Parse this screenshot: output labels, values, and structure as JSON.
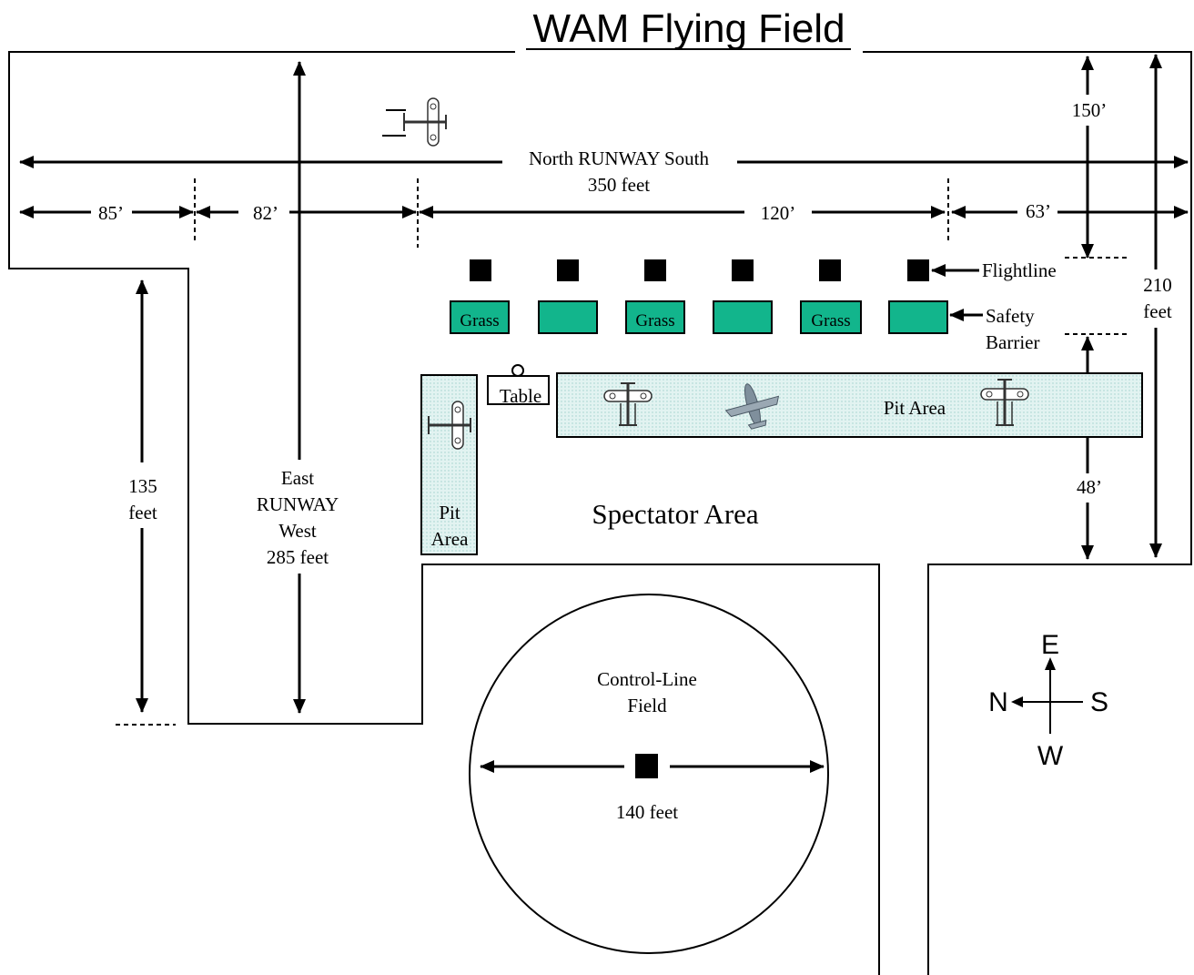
{
  "title": "WAM Flying Field",
  "runway_ns": {
    "label_line1": "North RUNWAY South",
    "label_line2": "350 feet",
    "segments": [
      "85’",
      "82’",
      "120’",
      "63’"
    ]
  },
  "runway_ew": {
    "lines": [
      "East",
      "RUNWAY",
      "West",
      "285 feet"
    ]
  },
  "left_dimension": [
    "135",
    "feet"
  ],
  "right_dimensions": {
    "top": "150’",
    "total": [
      "210",
      "feet"
    ],
    "bottom": "48’"
  },
  "flightline_label": "Flightline",
  "safety_barrier_label": [
    "Safety",
    "Barrier"
  ],
  "grass_labels": [
    "Grass",
    "",
    "Grass",
    "",
    "Grass",
    ""
  ],
  "table_label": "Table",
  "pit_area_main": "Pit Area",
  "pit_area_side": [
    "Pit",
    "Area"
  ],
  "spectator_label": "Spectator Area",
  "control_line": {
    "lines": [
      "Control-Line",
      "Field"
    ],
    "diameter": "140 feet"
  },
  "compass": {
    "north": "N",
    "south": "S",
    "east": "E",
    "west": "W"
  },
  "colors": {
    "grass": "#12b58c",
    "pit": "#d9f0ee",
    "lines": "#000000"
  }
}
